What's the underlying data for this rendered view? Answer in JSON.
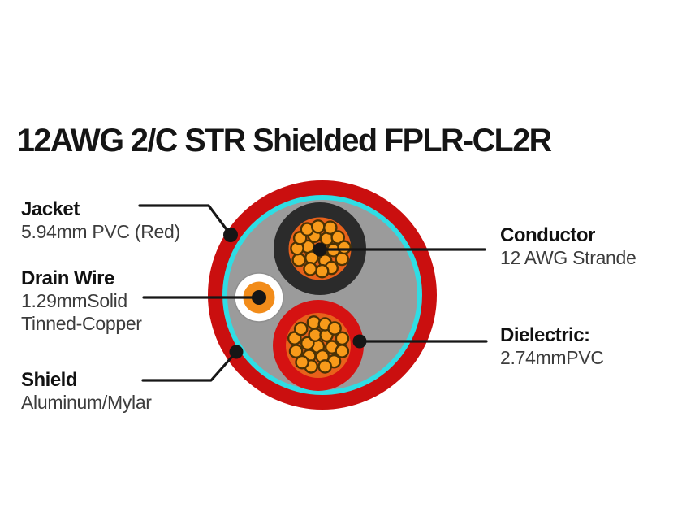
{
  "title": "12AWG 2/C STR Shielded FPLR-CL2R",
  "diagram": {
    "description": "cross-section of shielded two-conductor cable",
    "colors": {
      "jacket_red": "#ca0f0f",
      "shield_cyan": "#2fdde4",
      "filler_gray": "#9b9b9b",
      "insulation_black": "#2b2b2b",
      "dielectric_red": "#d51212",
      "conductor_core_orange": "#e8611a",
      "strand_orange": "#f89a1a",
      "strand_outline": "#4a3205",
      "drain_orange": "#f28c1a",
      "drain_ring_white": "#ffffff",
      "leader_black": "#161616"
    }
  },
  "labels": {
    "jacket": {
      "heading": "Jacket",
      "line1": "5.94mm PVC (Red)"
    },
    "drain_wire": {
      "heading": "Drain Wire",
      "line1": "1.29mmSolid",
      "line2": "Tinned-Copper"
    },
    "shield": {
      "heading": "Shield",
      "line1": "Aluminum/Mylar"
    },
    "conductor": {
      "heading": "Conductor",
      "line1": "12 AWG Strande"
    },
    "dielectric": {
      "heading": "Dielectric:",
      "line1": "2.74mmPVC"
    }
  }
}
